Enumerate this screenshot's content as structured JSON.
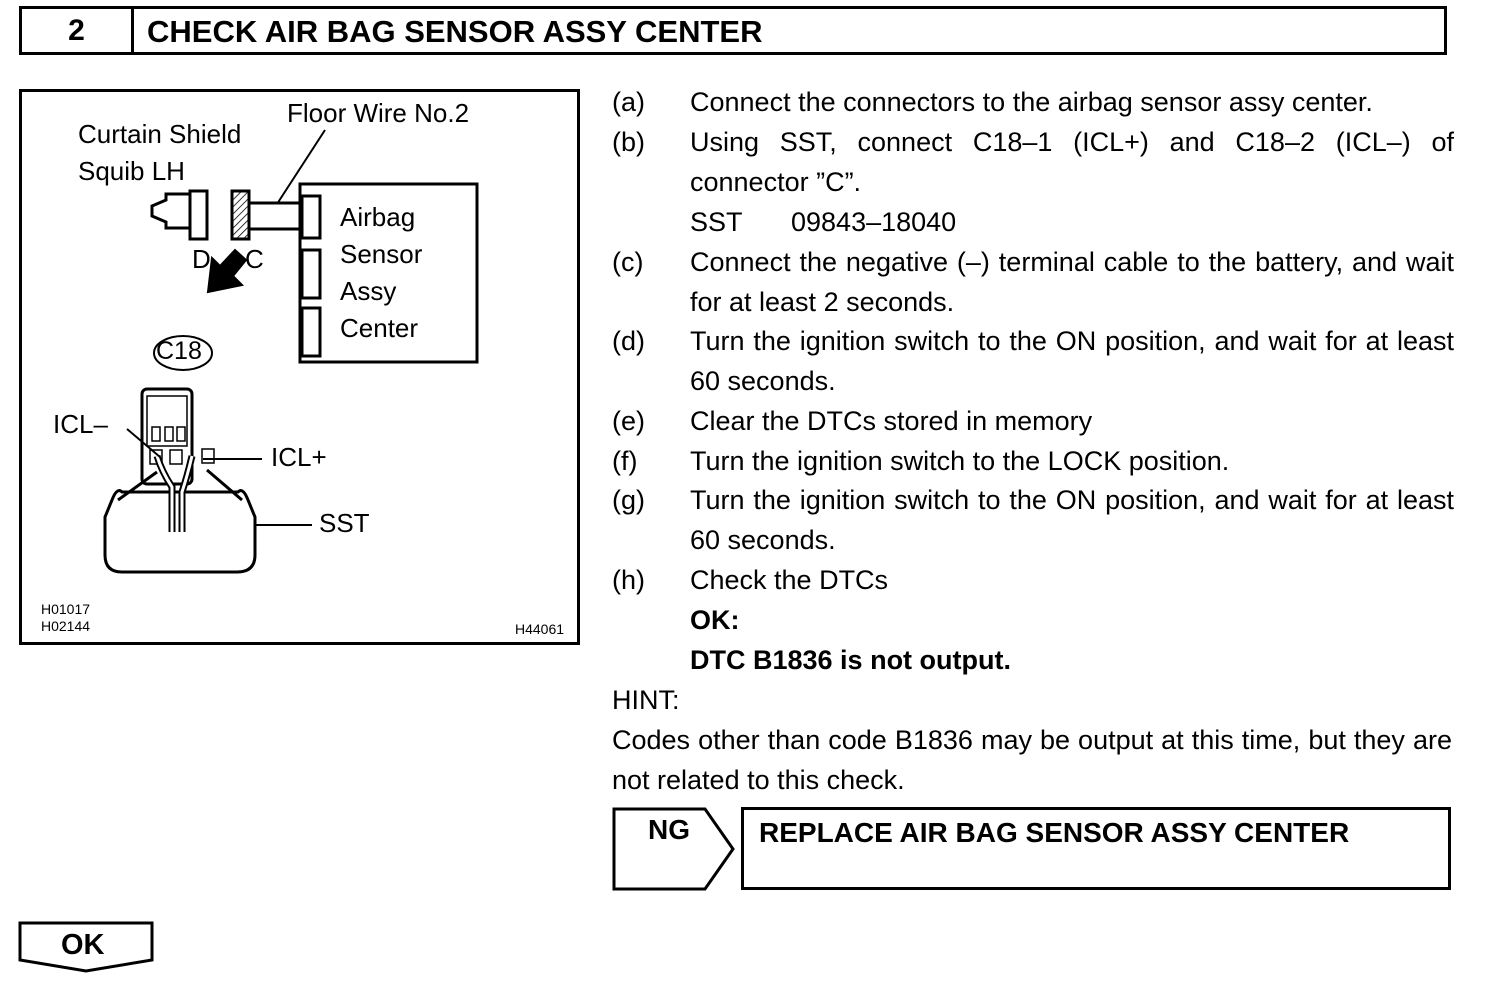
{
  "header": {
    "step_number": "2",
    "title": "CHECK AIR BAG SENSOR ASSY CENTER"
  },
  "figure": {
    "labels": {
      "curtain_shield_line1": "Curtain Shield",
      "curtain_shield_line2": "Squib LH",
      "floor_wire": "Floor Wire No.2",
      "connector_d": "D",
      "connector_c": "C",
      "airbag_line1": "Airbag",
      "airbag_line2": "Sensor",
      "airbag_line3": "Assy",
      "airbag_line4": "Center",
      "connector_id": "C18",
      "icl_minus": "ICL–",
      "icl_plus": "ICL+",
      "sst": "SST"
    },
    "codes": {
      "left_1": "H01017",
      "left_2": "H02144",
      "right": "H44061"
    }
  },
  "steps": [
    {
      "letter": "(a)",
      "text": "Connect the connectors to the airbag sensor assy center."
    },
    {
      "letter": "(b)",
      "text": "Using SST, connect C18–1 (ICL+) and C18–2 (ICL–) of connector ”C”."
    },
    {
      "letter": "(c)",
      "text": "Connect the negative (–) terminal cable to the battery, and wait for at least 2 seconds."
    },
    {
      "letter": "(d)",
      "text": "Turn the ignition switch to the ON position, and wait for at least 60 seconds."
    },
    {
      "letter": "(e)",
      "text": "Clear the DTCs stored in memory"
    },
    {
      "letter": "(f)",
      "text": "Turn the ignition switch to the LOCK position."
    },
    {
      "letter": "(g)",
      "text": "Turn the ignition switch to the ON position, and wait for at least 60 seconds."
    },
    {
      "letter": "(h)",
      "text": "Check the DTCs"
    }
  ],
  "sst": {
    "label": "SST",
    "part_number": "09843–18040"
  },
  "result": {
    "ok_label": "OK:",
    "ok_text": "DTC B1836 is not output."
  },
  "hint": {
    "label": "HINT:",
    "text": "Codes other than code B1836 may be output at this time, but they are not related to this check."
  },
  "ng": {
    "label": "NG",
    "action": "REPLACE AIR BAG SENSOR ASSY CENTER"
  },
  "ok_button": {
    "label": "OK"
  }
}
